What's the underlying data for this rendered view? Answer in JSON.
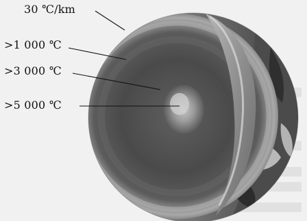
{
  "labels": {
    "surface_gradient": "30 ℃/km",
    "mantle_temp": ">1 000 ℃",
    "outer_core_temp": ">3 000 ℃",
    "inner_core_temp": ">5 000 ℃"
  }
}
